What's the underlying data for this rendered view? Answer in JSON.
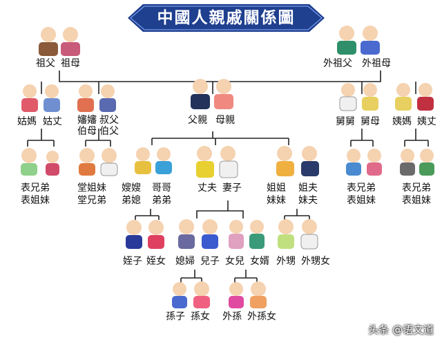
{
  "title": "中國人親戚關係圖",
  "watermark": "头条 @语文道",
  "colors": {
    "title_bg": "#1f3f8f",
    "line": "#222222"
  },
  "labels": {
    "grandpa": "祖父",
    "grandma": "祖母",
    "maternal_grandpa": "外祖父",
    "maternal_grandma": "外祖母",
    "aunt_paternal": "姑媽",
    "aunt_paternal_husband": "姑丈",
    "uncle_wife_line1": "嬸嬸",
    "uncle_wife_line2": "伯母",
    "uncle_line1": "叔父",
    "uncle_line2": "伯父",
    "father": "父親",
    "mother": "母親",
    "maternal_uncle": "舅舅",
    "maternal_uncle_wife": "舅母",
    "maternal_aunt": "姨媽",
    "maternal_aunt_husband": "姨丈",
    "cousin_aunt_line1": "表兄弟",
    "cousin_aunt_line2": "表姐妹",
    "cousin_uncle_line1": "堂姐妹",
    "cousin_uncle_line2": "堂兄弟",
    "sister_in_law_line1": "嫂嫂",
    "sister_in_law_line2": "弟媳",
    "brother_line1": "哥哥",
    "brother_line2": "弟弟",
    "husband": "丈夫",
    "wife": "妻子",
    "sister_line1": "姐姐",
    "sister_line2": "妹妹",
    "sister_husband_line1": "姐夫",
    "sister_husband_line2": "妹夫",
    "cousin_maternal_uncle_line1": "表兄弟",
    "cousin_maternal_uncle_line2": "表姐妹",
    "cousin_maternal_aunt_line1": "表兄弟",
    "cousin_maternal_aunt_line2": "表姐妹",
    "nephew": "姪子",
    "niece": "姪女",
    "daughter_in_law": "媳婦",
    "son": "兒子",
    "daughter": "女兒",
    "son_in_law": "女婿",
    "sister_son": "外甥",
    "sister_daughter": "外甥女",
    "grandson": "孫子",
    "granddaughter": "孫女",
    "daughter_grandson": "外孫",
    "daughter_granddaughter": "外孫女"
  }
}
